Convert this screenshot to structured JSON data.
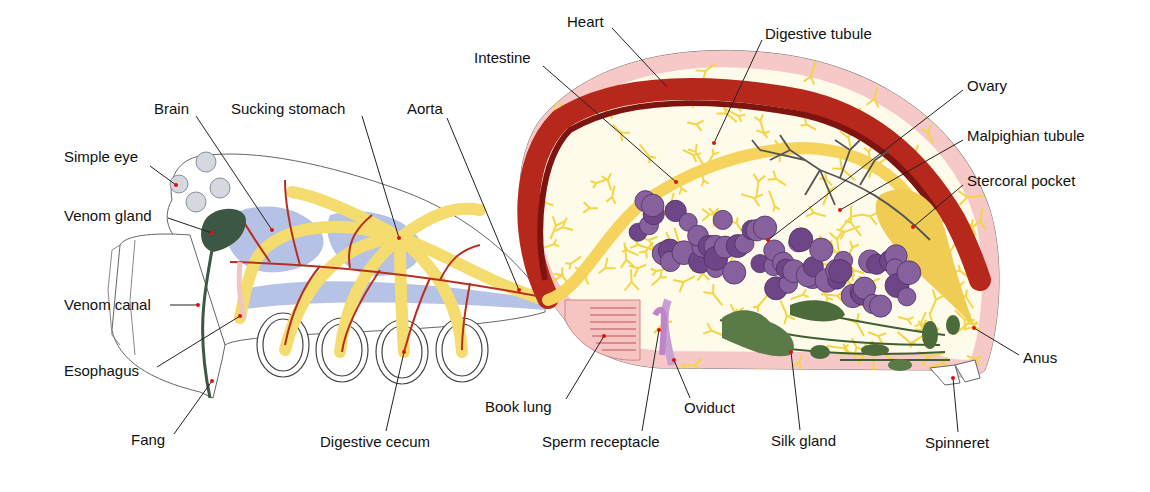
{
  "diagram": {
    "labels": [
      "Heart",
      "Digestive tubule",
      "Intestine",
      "Ovary",
      "Brain",
      "Sucking stomach",
      "Aorta",
      "Malpighian tubule",
      "Simple eye",
      "Stercoral pocket",
      "Venom gland",
      "Venom canal",
      "Esophagus",
      "Fang",
      "Anus",
      "Book lung",
      "Oviduct",
      "Digestive cecum",
      "Sperm receptacle",
      "Silk gland",
      "Spinneret"
    ]
  }
}
